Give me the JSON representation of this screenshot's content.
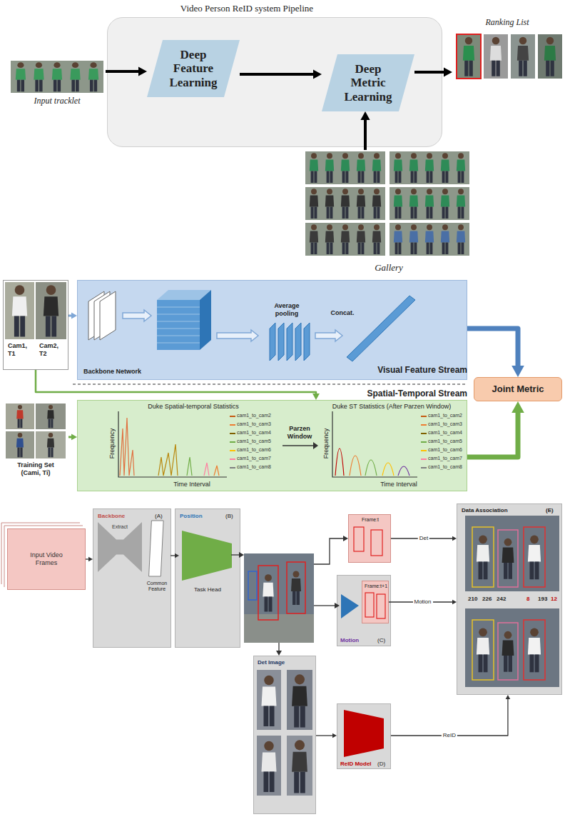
{
  "diagram": {
    "nodes": [
      {
        "text": [
          "Video Person ReID system Pipeline"
        ]
      },
      {
        "text": [
          "Deep Feature Learning"
        ],
        "in": 0
      },
      {
        "text": [
          "Deep Metric Learning"
        ],
        "in": 0
      },
      {
        "text": [
          "Input tracklet"
        ]
      },
      {
        "text": [
          "Ranking List"
        ]
      },
      {
        "text": [
          "Gallery"
        ]
      },
      {
        "text": [
          "Cam1, T1",
          "Cam2, T2"
        ]
      },
      {
        "text": [
          "Backbone Network",
          "Average pooling",
          "Concat.",
          "Visual Feature Stream"
        ]
      },
      {
        "text": [
          "Spatial-Temporal Stream",
          "Duke Spatial-temporal Statistics",
          "Frequency",
          "Time Interval",
          "Parzen Window",
          "Duke ST Statistics (After Parzen Window)",
          "Frequency",
          "Time Interval"
        ]
      },
      {
        "text": [
          "Training Set (Cami, Ti)"
        ]
      },
      {
        "text": [
          "Joint Metric"
        ]
      },
      {
        "text": [
          "Input Video Frames"
        ]
      },
      {
        "text": [
          "Backbone",
          "(A)"
        ]
      },
      {
        "text": [
          "Extract"
        ],
        "in": 12
      },
      {
        "text": [
          "Common Feature"
        ],
        "in": 12
      },
      {
        "text": [
          "Position",
          "(B)"
        ]
      },
      {
        "text": [
          "Task Head"
        ],
        "in": 15
      },
      {
        "text": [
          "Frame:t"
        ]
      },
      {
        "text": [
          "Motion",
          "(C)"
        ]
      },
      {
        "text": [
          "Frame:t+1"
        ],
        "in": 18
      },
      {
        "text": [
          "Det Image"
        ]
      },
      {
        "text": [
          "ReID Model",
          "(D)"
        ]
      },
      {
        "text": [
          "Data Association",
          "(E)"
        ]
      }
    ],
    "edges": [
      {
        "from": 3,
        "to": 1,
        "arrow": "to"
      },
      {
        "from": 1,
        "to": 2,
        "arrow": "to"
      },
      {
        "from": 2,
        "to": 4,
        "arrow": "to"
      },
      {
        "from": 5,
        "to": 2,
        "arrow": "to"
      },
      {
        "from": 6,
        "to": 7,
        "arrow": "to"
      },
      {
        "from": 6,
        "to": 8,
        "arrow": "to"
      },
      {
        "from": 9,
        "to": 8,
        "arrow": "to"
      },
      {
        "from": 7,
        "to": 10,
        "arrow": "to"
      },
      {
        "from": 8,
        "to": 10,
        "arrow": "to"
      },
      {
        "from": 11,
        "to": 12,
        "arrow": "to"
      },
      {
        "from": 14,
        "to": 16,
        "arrow": "to"
      },
      {
        "from": 17,
        "to": 22,
        "label": "Det",
        "arrow": "to"
      },
      {
        "from": 19,
        "to": 22,
        "label": "Motion",
        "arrow": "to"
      },
      {
        "from": 20,
        "to": 21,
        "arrow": "to"
      },
      {
        "from": 21,
        "to": 22,
        "label": "ReID",
        "arrow": "to"
      }
    ],
    "labels": [
      "210",
      "226",
      "242",
      "8",
      "193",
      "12"
    ],
    "legend": [
      {
        "text": "cam1_to_cam2"
      },
      {
        "text": "cam1_to_cam3"
      },
      {
        "text": "cam1_to_cam4"
      },
      {
        "text": "cam1_to_cam5"
      },
      {
        "text": "cam1_to_cam6"
      },
      {
        "text": "cam1_to_cam7"
      },
      {
        "text": "cam1_to_cam8"
      },
      {
        "text": "cam1_to_cam2"
      },
      {
        "text": "cam1_to_cam3"
      },
      {
        "text": "cam1_to_cam4"
      },
      {
        "text": "cam1_to_cam5"
      },
      {
        "text": "cam1_to_cam6"
      },
      {
        "text": "cam1_to_cam7"
      },
      {
        "text": "cam1_to_cam8"
      }
    ]
  }
}
